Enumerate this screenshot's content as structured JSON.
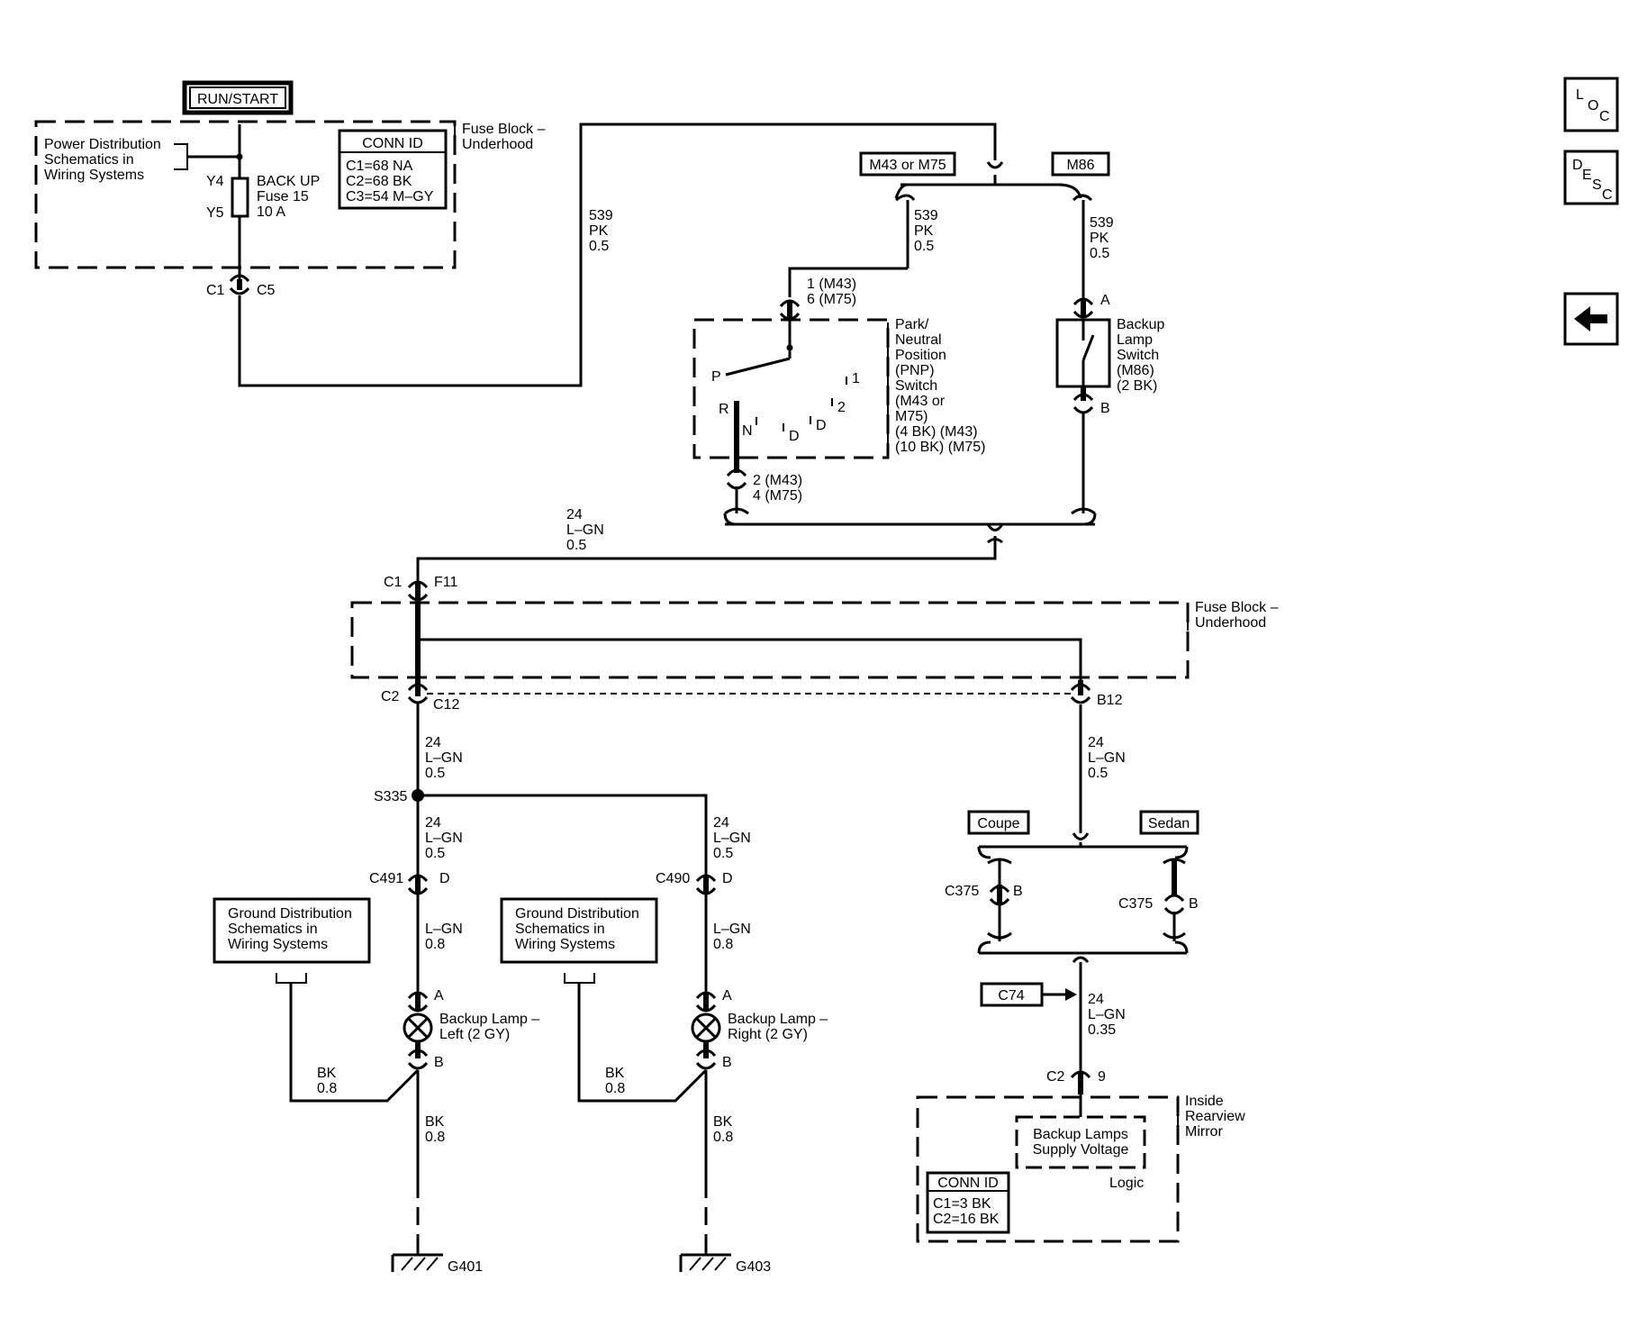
{
  "labels": {
    "run_start": "RUN/START",
    "power_dist": [
      "Power Distribution",
      "Schematics in",
      "Wiring  Systems"
    ],
    "fuse_y4": "Y4",
    "fuse_y5": "Y5",
    "fuse_name": [
      "BACK UP",
      "Fuse 15",
      "10 A"
    ],
    "conn_id_title": "CONN ID",
    "conn_id_top": [
      "C1=68 NA",
      "C2=68 BK",
      "C3=54 M–GY"
    ],
    "fuse_block_top": [
      "Fuse Block –",
      "Underhood"
    ],
    "c1_top": "C1",
    "c5_top": "C5",
    "wire_539_left": [
      "539",
      "PK",
      "0.5"
    ],
    "opt_m43_m75": "M43 or M75",
    "opt_m86": "M86",
    "wire_539_mid": [
      "539",
      "PK",
      "0.5"
    ],
    "wire_539_right": [
      "539",
      "PK",
      "0.5"
    ],
    "pnp_pin_top": [
      "1 (M43)",
      "6 (M75)"
    ],
    "pnp_name": [
      "Park/",
      "Neutral",
      "Position",
      "(PNP)",
      "Switch",
      "(M43 or",
      "M75)",
      "(4 BK) (M43)",
      "(10 BK) (M75)"
    ],
    "pnp_positions": {
      "p": "P",
      "r": "R",
      "n": "N",
      "d1": "D",
      "d2": "D",
      "g1": "1",
      "g2": "2"
    },
    "pnp_pin_bottom": [
      "2 (M43)",
      "4 (M75)"
    ],
    "backup_sw_pin_a": "A",
    "backup_sw_pin_b": "B",
    "backup_sw_name": [
      "Backup",
      "Lamp",
      "Switch",
      "(M86)",
      "(2 BK)"
    ],
    "wire_24_top": [
      "24",
      "L–GN",
      "0.5"
    ],
    "c1_f11": [
      "C1",
      "F11"
    ],
    "fuse_block_mid": [
      "Fuse Block –",
      "Underhood"
    ],
    "c2_c12": [
      "C2",
      "C12"
    ],
    "b12": "B12",
    "wire_24_left1": [
      "24",
      "L–GN",
      "0.5"
    ],
    "s335": "S335",
    "wire_24_left2": [
      "24",
      "L–GN",
      "0.5"
    ],
    "wire_24_right_lamp": [
      "24",
      "L–GN",
      "0.5"
    ],
    "wire_24_b12": [
      "24",
      "L–GN",
      "0.5"
    ],
    "c491_d": [
      "C491",
      "D"
    ],
    "c490_d": [
      "C490",
      "D"
    ],
    "lgn_08_left": [
      "L–GN",
      "0.8"
    ],
    "lgn_08_right": [
      "L–GN",
      "0.8"
    ],
    "ground_dist_left": [
      "Ground Distribution",
      "Schematics in",
      "Wiring Systems"
    ],
    "ground_dist_right": [
      "Ground Distribution",
      "Schematics in",
      "Wiring Systems"
    ],
    "lamp_left_a": "A",
    "lamp_left_b": "B",
    "lamp_left_name": [
      "Backup Lamp –",
      "Left (2 GY)"
    ],
    "lamp_right_a": "A",
    "lamp_right_b": "B",
    "lamp_right_name": [
      "Backup Lamp –",
      "Right (2 GY)"
    ],
    "bk_08_left_upper": [
      "BK",
      "0.8"
    ],
    "bk_08_left_lower": [
      "BK",
      "0.8"
    ],
    "bk_08_right_upper": [
      "BK",
      "0.8"
    ],
    "bk_08_right_lower": [
      "BK",
      "0.8"
    ],
    "g401": "G401",
    "g403": "G403",
    "opt_coupe": "Coupe",
    "opt_sedan": "Sedan",
    "c375_left": [
      "C375",
      "B"
    ],
    "c375_right": [
      "C375",
      "B"
    ],
    "c74": "C74",
    "wire_24_mirror": [
      "24",
      "L–GN",
      "0.35"
    ],
    "c2_9": [
      "C2",
      "9"
    ],
    "mirror_name": [
      "Inside",
      "Rearview",
      "Mirror"
    ],
    "mirror_supply": [
      "Backup Lamps",
      "Supply Voltage"
    ],
    "mirror_logic": "Logic",
    "conn_id_mirror_title": "CONN ID",
    "conn_id_mirror": [
      "C1=3 BK",
      "C2=16 BK"
    ],
    "nav_loc": {
      "l": "L",
      "o": "O",
      "c": "C"
    },
    "nav_desc": {
      "d": "D",
      "e": "E",
      "s": "S",
      "c": "C"
    },
    "nav_back_icon": "back-arrow-icon"
  }
}
